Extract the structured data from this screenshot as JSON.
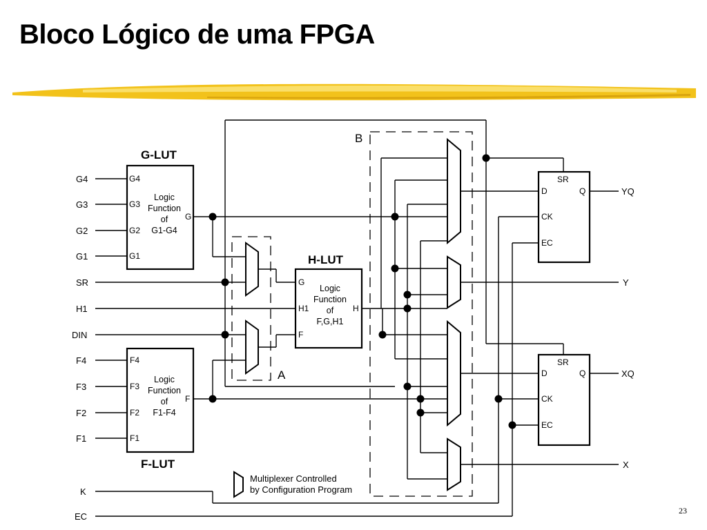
{
  "slide": {
    "title": "Bloco Lógico de uma FPGA",
    "page_number": "23",
    "accent_color": "#f2c21b"
  },
  "diagram": {
    "g_lut": {
      "name": "G-LUT",
      "inputs": [
        "G4",
        "G3",
        "G2",
        "G1"
      ],
      "function_lines": [
        "Logic",
        "Function",
        "of",
        "G1-G4"
      ],
      "output": "G"
    },
    "f_lut": {
      "name": "F-LUT",
      "inputs": [
        "F4",
        "F3",
        "F2",
        "F1"
      ],
      "function_lines": [
        "Logic",
        "Function",
        "of",
        "F1-F4"
      ],
      "output": "F"
    },
    "h_lut": {
      "name": "H-LUT",
      "inputs": [
        "G",
        "H1",
        "F"
      ],
      "function_lines": [
        "Logic",
        "Function",
        "of",
        "F,G,H1"
      ],
      "output": "H"
    },
    "inputs_left": [
      "G4",
      "G3",
      "G2",
      "G1",
      "SR",
      "H1",
      "DIN",
      "F4",
      "F3",
      "F2",
      "F1",
      "K",
      "EC"
    ],
    "ff_top": {
      "sr": "SR",
      "d": "D",
      "q": "Q",
      "ck": "CK",
      "ec": "EC"
    },
    "ff_bottom": {
      "sr": "SR",
      "d": "D",
      "q": "Q",
      "ck": "CK",
      "ec": "EC"
    },
    "outputs_right": [
      "YQ",
      "Y",
      "XQ",
      "X"
    ],
    "region_labels": {
      "a": "A",
      "b": "B"
    },
    "legend_lines": [
      "Multiplexer Controlled",
      "by Configuration Program"
    ]
  }
}
